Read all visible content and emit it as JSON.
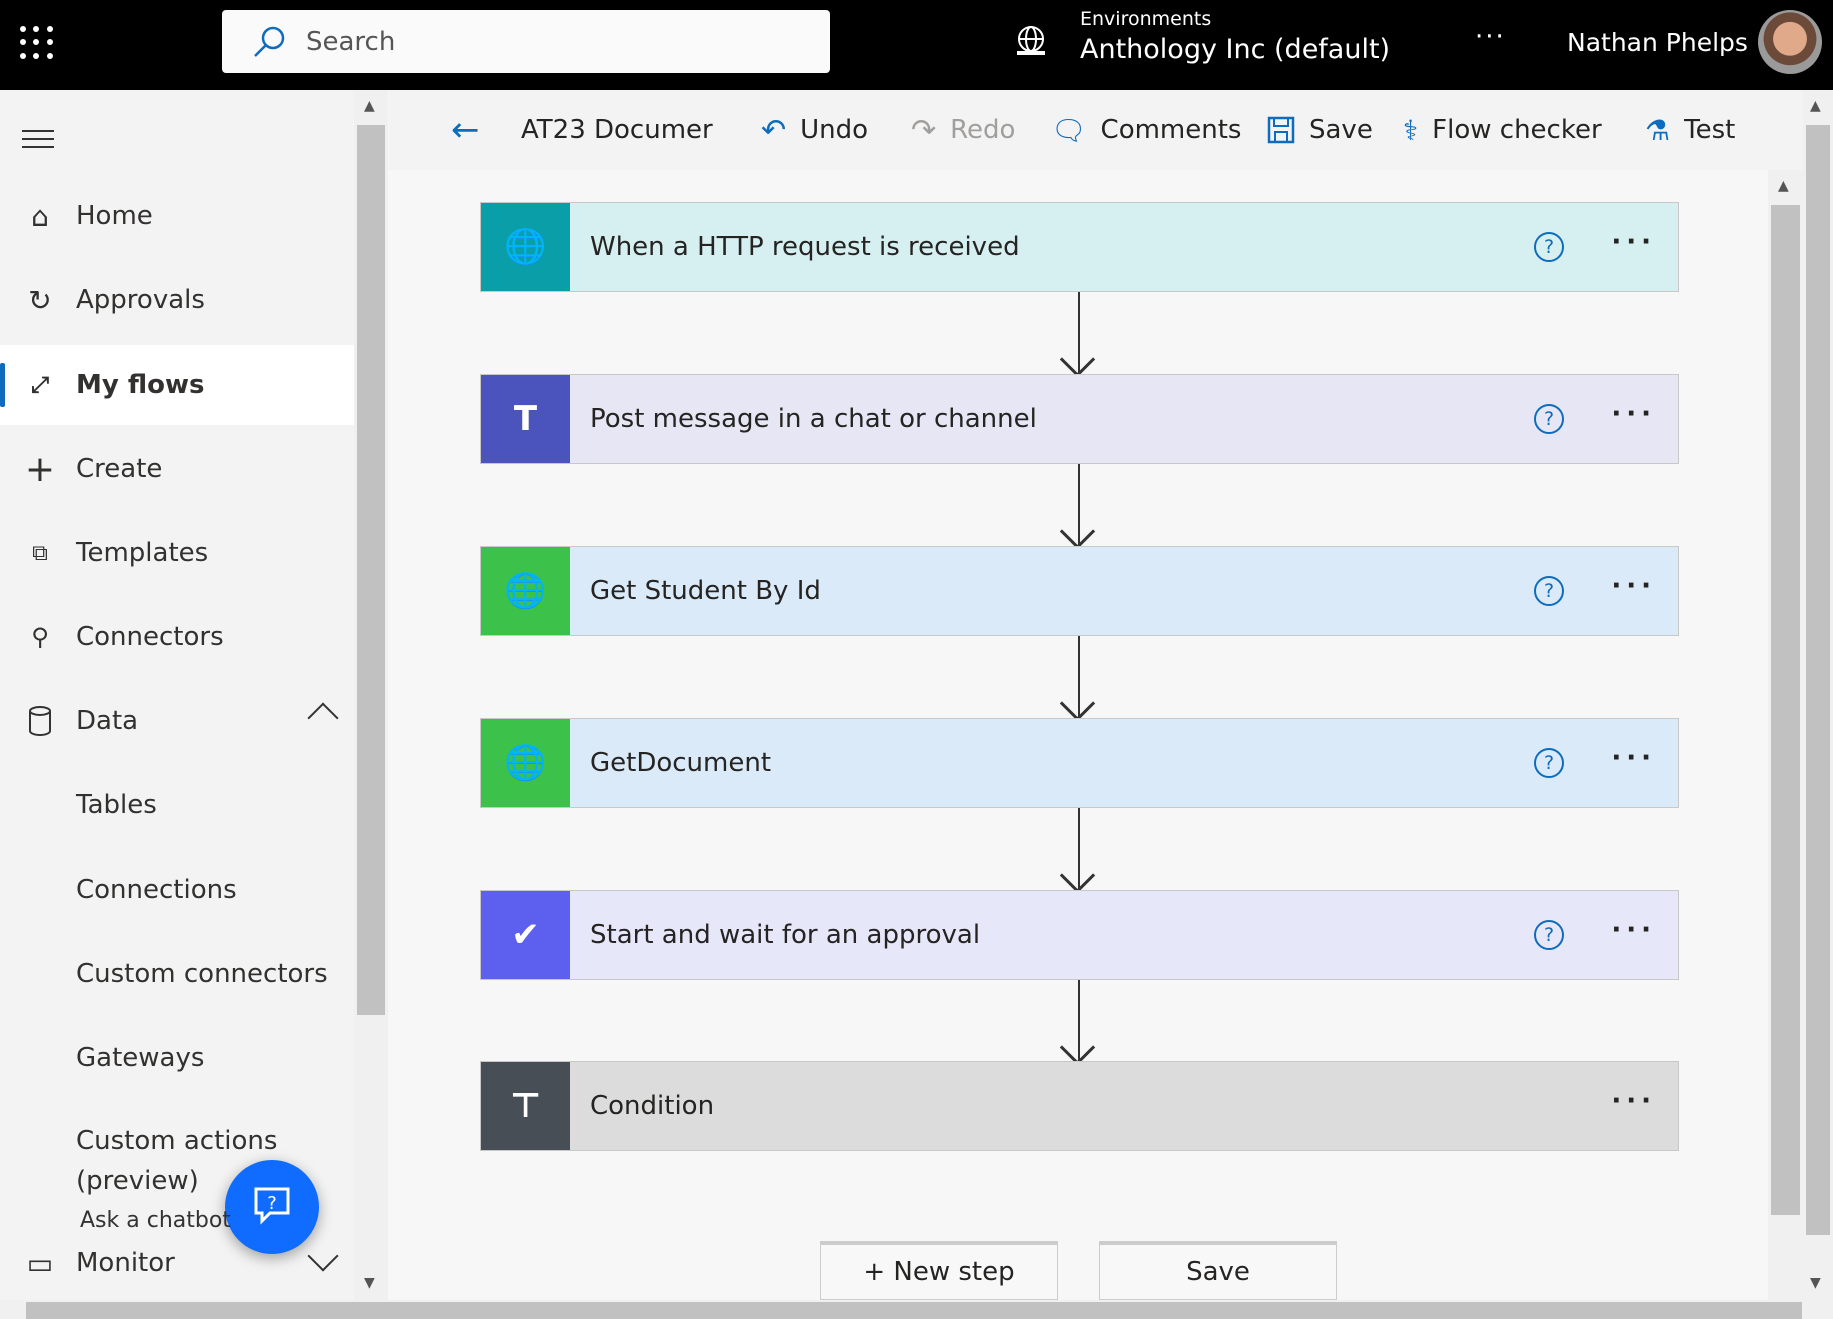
{
  "topbar": {
    "search_placeholder": "Search",
    "env_label": "Environments",
    "env_name": "Anthology Inc (default)",
    "more": "···",
    "user_name": "Nathan Phelps"
  },
  "sidebar": {
    "items": [
      {
        "label": "Home",
        "icon": "home-icon"
      },
      {
        "label": "Approvals",
        "icon": "approvals-icon"
      },
      {
        "label": "My flows",
        "icon": "flows-icon",
        "active": true
      },
      {
        "label": "Create",
        "icon": "plus-icon"
      },
      {
        "label": "Templates",
        "icon": "templates-icon"
      },
      {
        "label": "Connectors",
        "icon": "connectors-icon"
      },
      {
        "label": "Data",
        "icon": "database-icon"
      },
      {
        "label": "Tables"
      },
      {
        "label": "Connections"
      },
      {
        "label": "Custom connectors"
      },
      {
        "label": "Gateways"
      },
      {
        "label": "Custom actions"
      },
      {
        "label": "(preview)"
      },
      {
        "label": "Monitor",
        "icon": "monitor-icon"
      }
    ],
    "chatbot_label": "Ask a chatbot"
  },
  "toolbar": {
    "flow_name": "AT23 Documer",
    "undo": "Undo",
    "redo": "Redo",
    "comments": "Comments",
    "save": "Save",
    "flow_checker": "Flow checker",
    "test": "Test"
  },
  "steps": [
    {
      "title": "When a HTTP request is received",
      "color": "#0a9ea8",
      "bg": "#d6eff1",
      "help": "?"
    },
    {
      "title": "Post message in a chat or channel",
      "color": "#4b53bc",
      "bg": "#e6e6f4",
      "help": "?"
    },
    {
      "title": "Get Student By Id",
      "color": "#3cc24a",
      "bg": "#daeaf8",
      "help": "?"
    },
    {
      "title": "GetDocument",
      "color": "#3cc24a",
      "bg": "#daeaf8",
      "help": "?"
    },
    {
      "title": "Start and wait for an approval",
      "color": "#5d5fef",
      "bg": "#e7e7fa",
      "help": "?"
    },
    {
      "title": "Condition",
      "color": "#484e56",
      "bg": "#dcdcdc"
    }
  ],
  "step_more": "···",
  "footer": {
    "new_step": "+ New step",
    "save": "Save"
  }
}
